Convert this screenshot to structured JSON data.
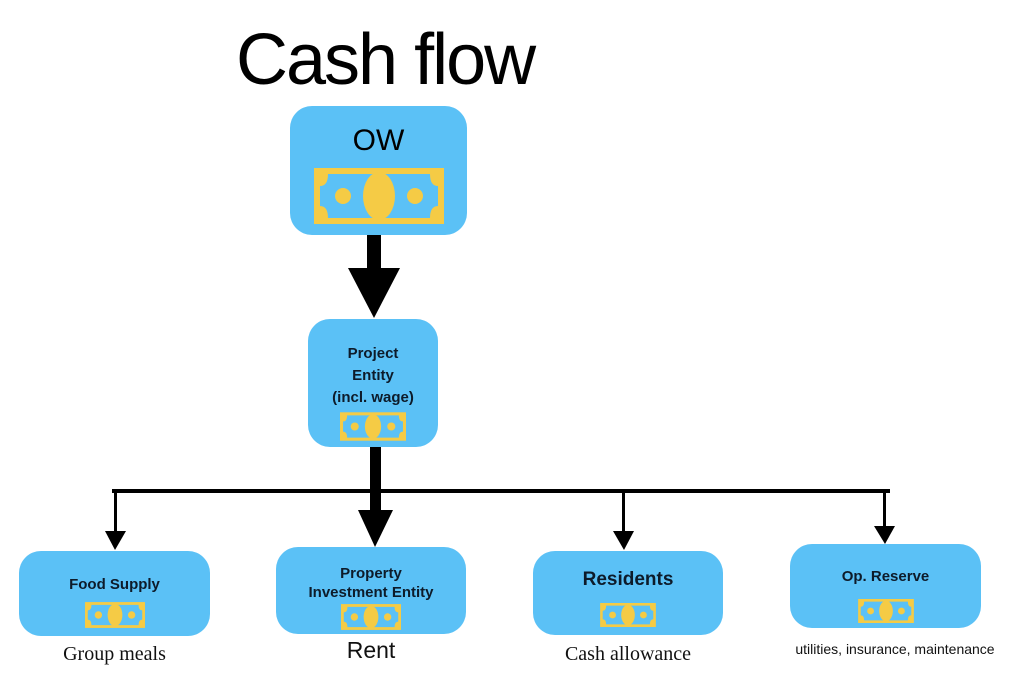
{
  "title": "Cash flow",
  "colors": {
    "box_fill": "#5bc1f6",
    "bill_yellow": "#f5cb45",
    "bill_blue": "#5bc1f6",
    "arrow": "#000000"
  },
  "nodes": {
    "ow": {
      "label": "OW",
      "icon": "money-bill-icon"
    },
    "project": {
      "label_lines": [
        "Project",
        "Entity",
        "(incl. wage)"
      ],
      "icon": "money-bill-icon"
    },
    "food": {
      "label": "Food Supply",
      "icon": "money-bill-icon",
      "caption": "Group meals"
    },
    "property": {
      "label_lines": [
        "Property",
        "Investment Entity"
      ],
      "icon": "money-bill-icon",
      "caption": "Rent"
    },
    "residents": {
      "label": "Residents",
      "icon": "money-bill-icon",
      "caption": "Cash allowance"
    },
    "reserve": {
      "label": "Op. Reserve",
      "icon": "money-bill-icon",
      "caption": "utilities, insurance, maintenance"
    }
  },
  "edges": [
    {
      "from": "ow",
      "to": "project",
      "weight": "thick"
    },
    {
      "from": "project",
      "to": "food",
      "weight": "thin"
    },
    {
      "from": "project",
      "to": "property",
      "weight": "thick"
    },
    {
      "from": "project",
      "to": "residents",
      "weight": "thin"
    },
    {
      "from": "project",
      "to": "reserve",
      "weight": "thin"
    }
  ]
}
